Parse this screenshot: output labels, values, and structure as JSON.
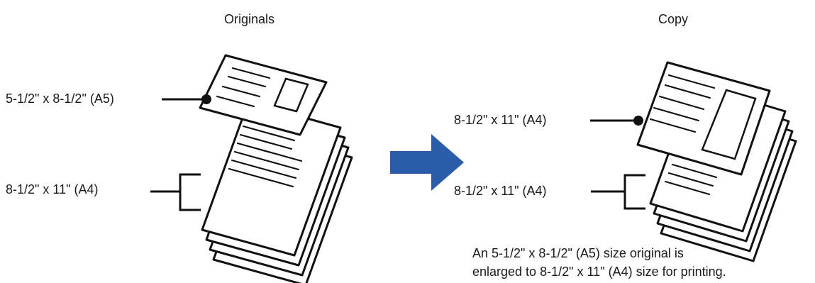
{
  "originals": {
    "title": "Originals",
    "small_original_label": "5-1/2\" x 8-1/2\" (A5)",
    "large_originals_label": "8-1/2\" x 11\" (A4)"
  },
  "copy": {
    "title": "Copy",
    "enlarged_page_label": "8-1/2\" x 11\" (A4)",
    "pages_label": "8-1/2\" x 11\" (A4)",
    "caption_line1": "An 5-1/2\" x 8-1/2\" (A5) size original is",
    "caption_line2": "enlarged to 8-1/2\" x 11\" (A4) size for printing."
  },
  "colors": {
    "arrow": "#2a5caa",
    "line": "#111111"
  },
  "icons": {
    "arrow": "right-arrow-icon"
  }
}
